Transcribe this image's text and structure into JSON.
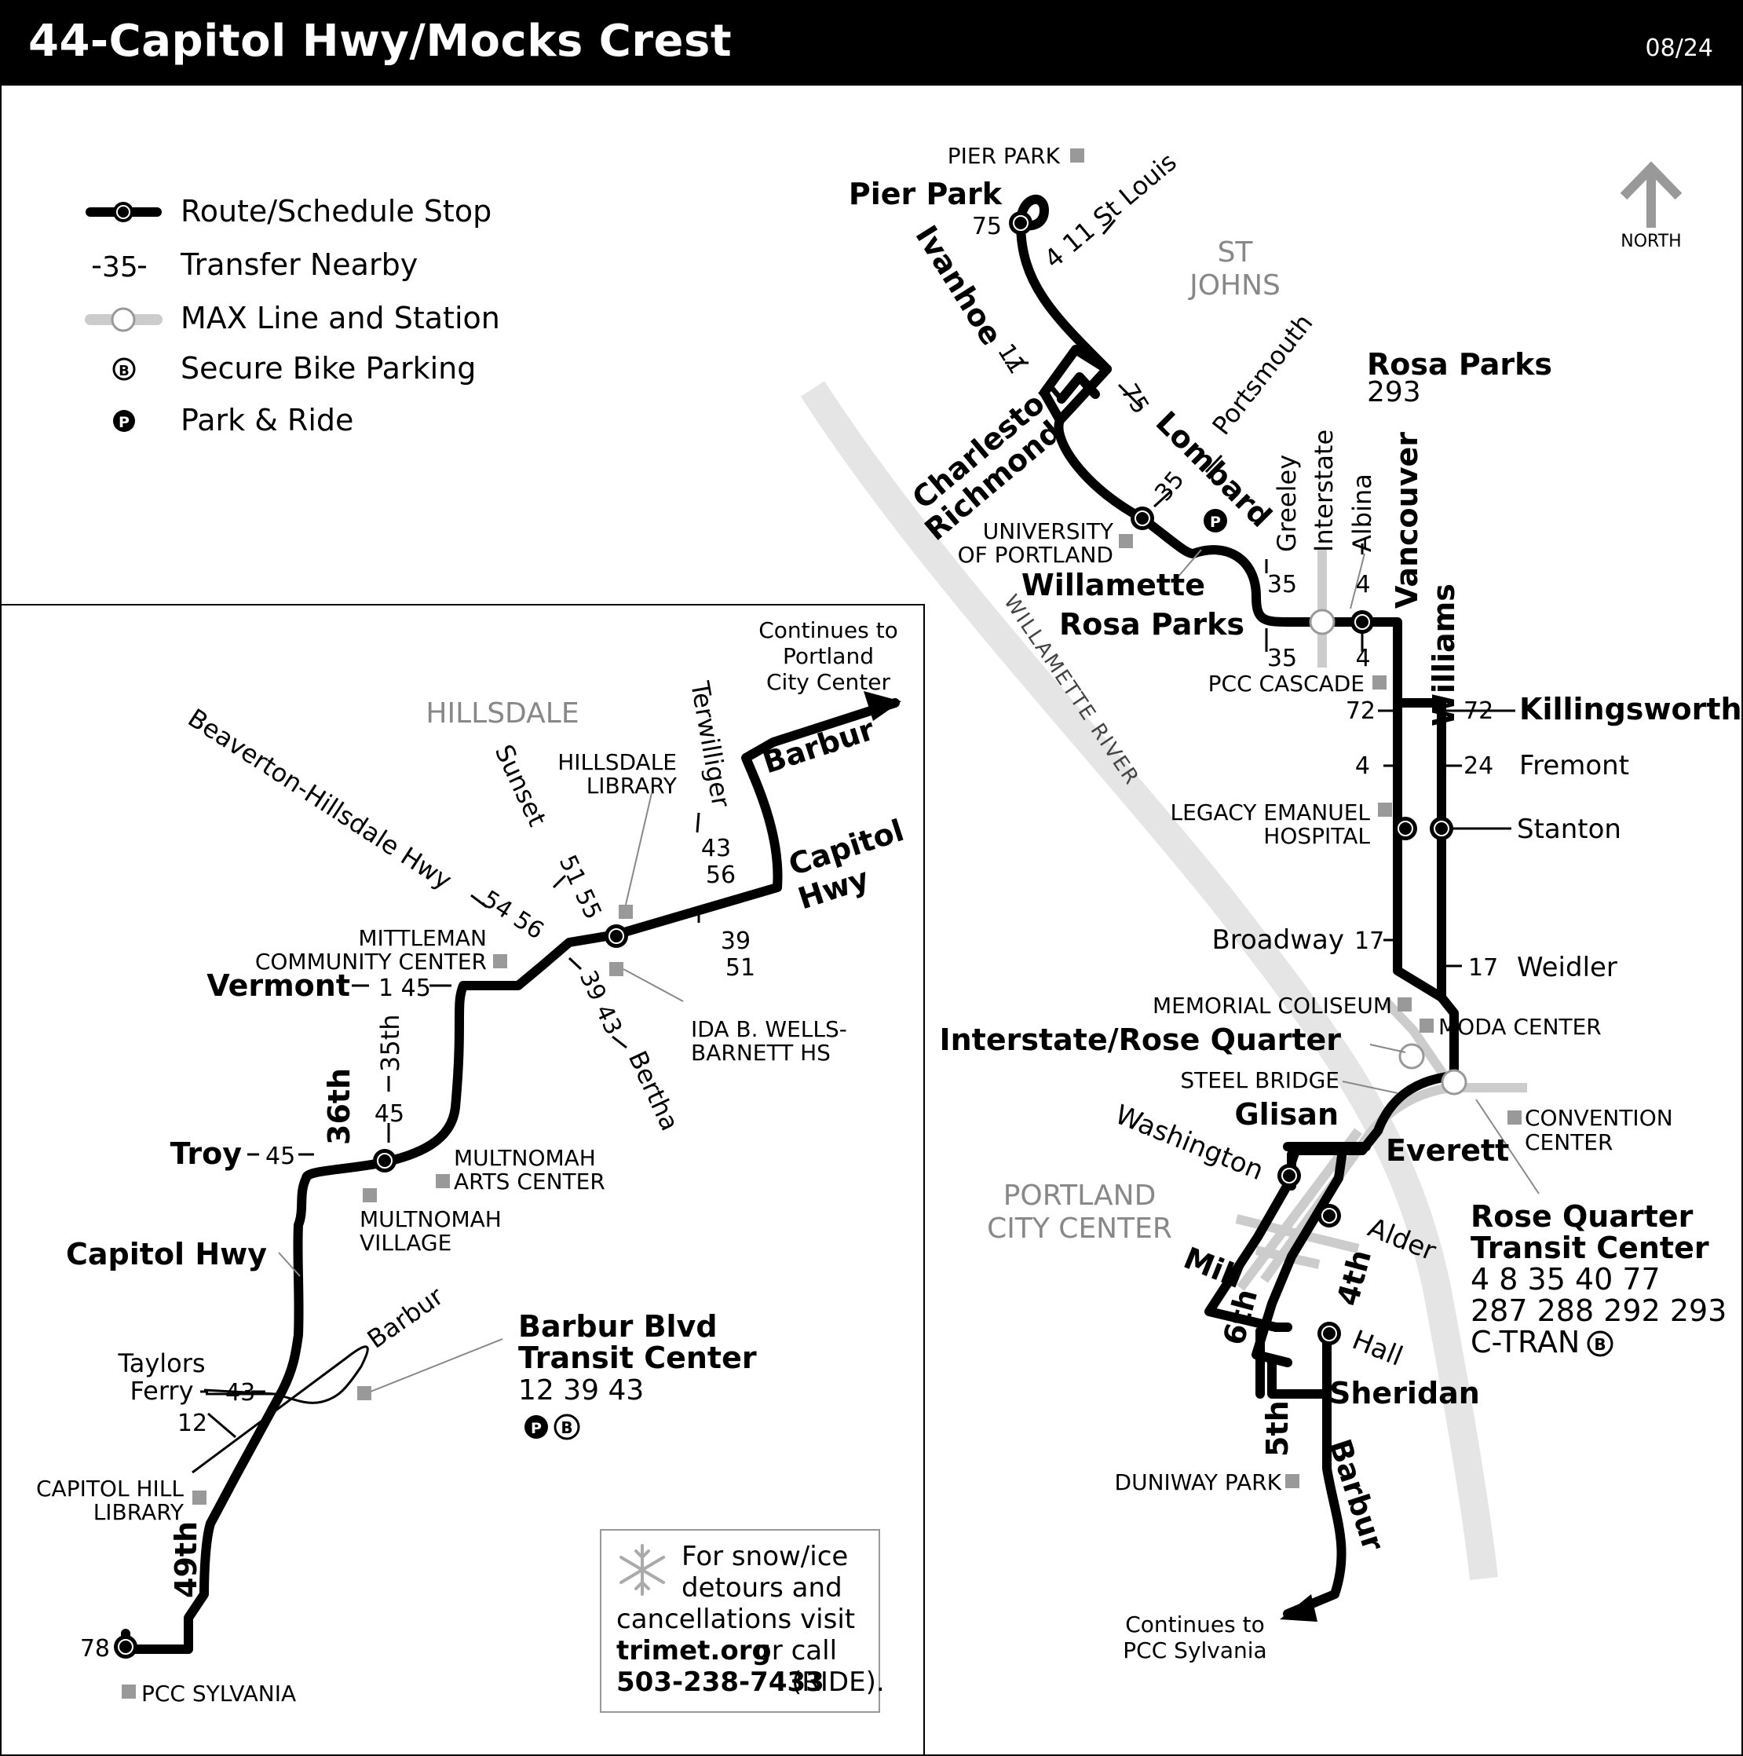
{
  "header": {
    "title": "44-Capitol Hwy/Mocks Crest",
    "date": "08/24"
  },
  "legend": {
    "route_stop": "Route/Schedule Stop",
    "transfer_sample": "35",
    "transfer": "Transfer Nearby",
    "max": "MAX Line and Station",
    "bike_symbol": "B",
    "bike": "Secure Bike Parking",
    "pr_symbol": "P",
    "pr": "Park & Ride"
  },
  "north": "NORTH",
  "areas": {
    "st_johns_1": "ST",
    "st_johns_2": "JOHNS",
    "willamette_river": "WILLAMETTE RIVER",
    "portland_cc_1": "PORTLAND",
    "portland_cc_2": "CITY CENTER",
    "hillsdale": "HILLSDALE"
  },
  "north_map": {
    "pier_park_landmark": "PIER PARK",
    "pier_park": "Pier Park",
    "n75": "75",
    "st_louis": "4 11 St Louis",
    "ivanhoe": "Ivanhoe",
    "n11": "11",
    "charleston": "Charleston",
    "n75b": "75",
    "lombard": "Lombard",
    "portsmouth": "Portsmouth",
    "richmond": "Richmond",
    "n35": "35",
    "u_portland_1": "UNIVERSITY",
    "u_portland_2": "OF PORTLAND",
    "willamette": "Willamette",
    "greeley": "Greeley",
    "interstate": "Interstate",
    "albina": "Albina",
    "rosa_parks_stn": "Rosa Parks",
    "rosa_parks_num": "293",
    "vancouver": "Vancouver",
    "n35a": "35",
    "n4a": "4",
    "rosa_parks": "Rosa Parks",
    "n35b": "35",
    "n4b": "4",
    "williams": "Williams",
    "pcc_cascade": "PCC CASCADE",
    "n72a": "72",
    "n72b": "72",
    "killingsworth": "Killingsworth",
    "n4c": "4",
    "n24": "24",
    "fremont": "Fremont",
    "legacy_1": "LEGACY EMANUEL",
    "legacy_2": "HOSPITAL",
    "stanton": "Stanton",
    "broadway": "Broadway",
    "n17a": "17",
    "n17b": "17",
    "weidler": "Weidler",
    "memorial": "MEMORIAL COLISEUM",
    "moda": "MODA CENTER",
    "irq": "Interstate/Rose Quarter",
    "steel": "STEEL BRIDGE",
    "convention_1": "CONVENTION",
    "convention_2": "CENTER",
    "glisan": "Glisan",
    "washington": "Washington",
    "everett": "Everett",
    "alder": "Alder",
    "mill": "Mill",
    "sixth": "6th",
    "fourth": "4th",
    "hall": "Hall",
    "sheridan": "Sheridan",
    "fifth": "5th",
    "barbur": "Barbur",
    "duniway": "DUNIWAY PARK",
    "rqtc_1": "Rose Quarter",
    "rqtc_2": "Transit Center",
    "rqtc_3": "4 8 35 40 77",
    "rqtc_4": "287 288 292 293",
    "rqtc_5": "C-TRAN",
    "bike_symbol": "B",
    "pr_symbol": "P",
    "cont_1": "Continues to",
    "cont_2": "PCC Sylvania"
  },
  "south_map": {
    "cont_1": "Continues to",
    "cont_2": "Portland",
    "cont_3": "City Center",
    "barbur_top": "Barbur",
    "capitol_hwy_1": "Capitol",
    "capitol_hwy_2": "Hwy",
    "terwilliger": "Terwilliger",
    "n43": "43",
    "n56": "56",
    "n39": "39",
    "n51": "51",
    "hillsdale_lib_1": "HILLSDALE",
    "hillsdale_lib_2": "LIBRARY",
    "sunset": "Sunset",
    "sunset_nums": "51 55",
    "bh_hwy": "Beaverton-Hillsdale Hwy",
    "bh_nums": "54 56",
    "mittleman_1": "MITTLEMAN",
    "mittleman_2": "COMMUNITY CENTER",
    "vermont": "Vermont",
    "vermont_nums": "1 45",
    "bertha_nums": "39 43",
    "bertha": "Bertha",
    "ida_1": "IDA B. WELLS-",
    "ida_2": "BARNETT HS",
    "thirtyfifth": "35th",
    "n45": "45",
    "thirtysixth": "36th",
    "troy": "Troy",
    "troy_num": "45",
    "mult_arts_1": "MULTNOMAH",
    "mult_arts_2": "ARTS CENTER",
    "mult_village_1": "MULTNOMAH",
    "mult_village_2": "VILLAGE",
    "capitol_hwy": "Capitol Hwy",
    "barbur_mid": "Barbur",
    "taylors_1": "Taylors",
    "taylors_2": "Ferry",
    "n43b": "43",
    "n12": "12",
    "bbtc_1": "Barbur Blvd",
    "bbtc_2": "Transit Center",
    "bbtc_3": "12 39 43",
    "capitol_lib_1": "CAPITOL HILL",
    "capitol_lib_2": "LIBRARY",
    "fortyninth": "49th",
    "n78": "78",
    "pcc_sylvania": "PCC SYLVANIA"
  },
  "notice": {
    "line1": "For snow/ice",
    "line2": "detours and",
    "line3": "cancellations visit",
    "url": "trimet.org",
    "or_call": "or call",
    "phone": "503-238-7433",
    "ride": "(RIDE)."
  }
}
